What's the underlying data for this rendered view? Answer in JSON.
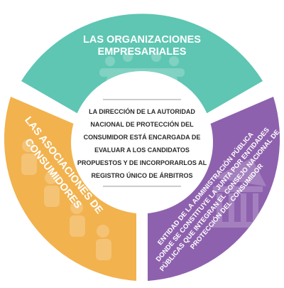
{
  "colors": {
    "teal": "#5ec6b2",
    "orange": "#f2b24e",
    "purple": "#8e61ae",
    "center": "#ffffff",
    "center_text": "#2b2b2b",
    "divider": "#9a9a9a"
  },
  "segments": {
    "top": {
      "line1": "LAS ORGANIZACIONES",
      "line2": "EMPRESARIALES",
      "icon": "people-meeting-icon"
    },
    "left": {
      "line1": "LAS ASOCIACIONES DE",
      "line2": "CONSUMIDORES",
      "icon": "consumers-crowd-icon"
    },
    "right": {
      "line1": "ENTIDAD DE LA ADMINISTRACIÓN PÚBLICA",
      "line2": "DONDE SE CONSTITUYE LA JUNTA POR ENTIDADES",
      "line3": "PÚBLICAS QUE INTEGRAN EL CONSEJO NACIONAL DE",
      "line4": "PROTECCIÓN DEL CONSUMIDOR",
      "icon": "government-building-icon"
    }
  },
  "center": {
    "lines": [
      "LA DIRECCIÓN DE LA AUTORIDAD",
      "NACIONAL DE PROTECCIÓN DEL",
      "CONSUMIDOR ESTÁ ENCARGADA DE",
      "EVALUAR A LOS CANDIDATOS",
      "PROPUESTOS Y DE INCORPORARLOS AL",
      "REGISTRO ÚNICO DE ÁRBITROS"
    ]
  }
}
